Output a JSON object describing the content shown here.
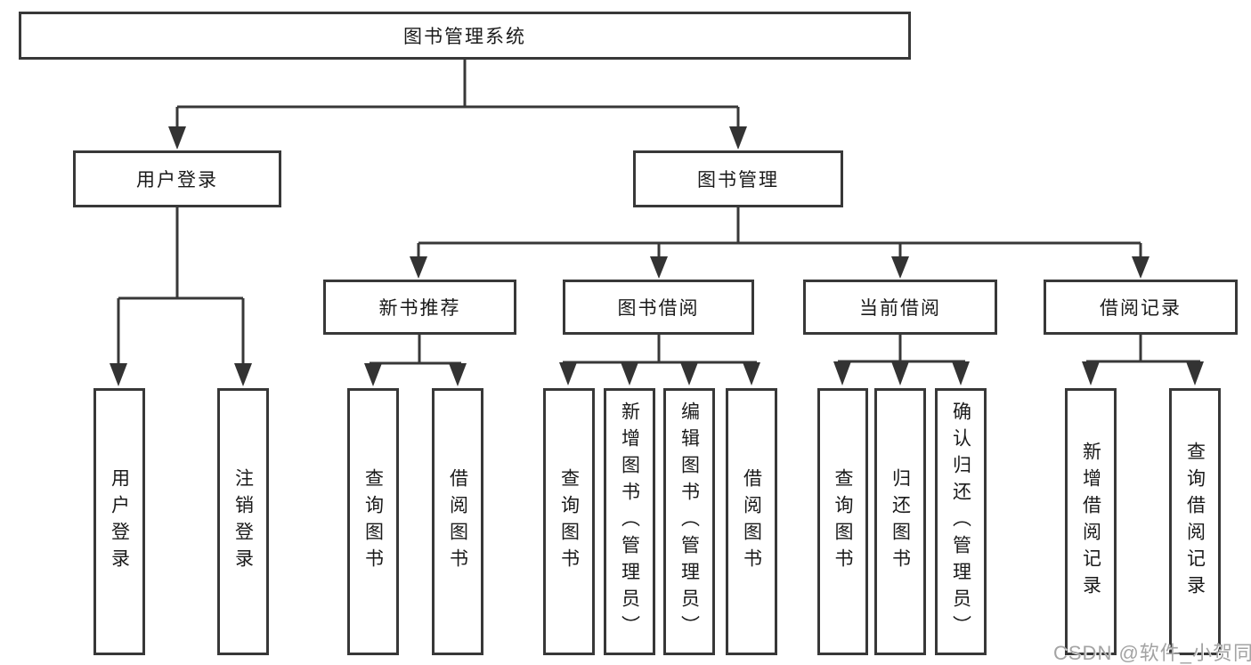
{
  "diagram": {
    "root": {
      "label": "图书管理系统"
    },
    "branches": [
      {
        "label": "用户登录",
        "children": [
          {
            "label": "用户登录"
          },
          {
            "label": "注销登录"
          }
        ]
      },
      {
        "label": "图书管理",
        "children": [
          {
            "label": "新书推荐",
            "children": [
              {
                "label": "查询图书"
              },
              {
                "label": "借阅图书"
              }
            ]
          },
          {
            "label": "图书借阅",
            "children": [
              {
                "label": "查询图书"
              },
              {
                "label": "新增图书（管理员）"
              },
              {
                "label": "编辑图书（管理员）"
              },
              {
                "label": "借阅图书"
              }
            ]
          },
          {
            "label": "当前借阅",
            "children": [
              {
                "label": "查询图书"
              },
              {
                "label": "归还图书"
              },
              {
                "label": "确认归还（管理员）"
              }
            ]
          },
          {
            "label": "借阅记录",
            "children": [
              {
                "label": "新增借阅记录"
              },
              {
                "label": "查询借阅记录"
              }
            ]
          }
        ]
      }
    ]
  },
  "watermark": {
    "text": "CSDN @软件_小贺同学"
  },
  "colors": {
    "line": "#383838",
    "box_border": "#383838",
    "text": "#1a1a1a",
    "watermark_text": "#a3a3a3",
    "background": "#ffffff"
  }
}
